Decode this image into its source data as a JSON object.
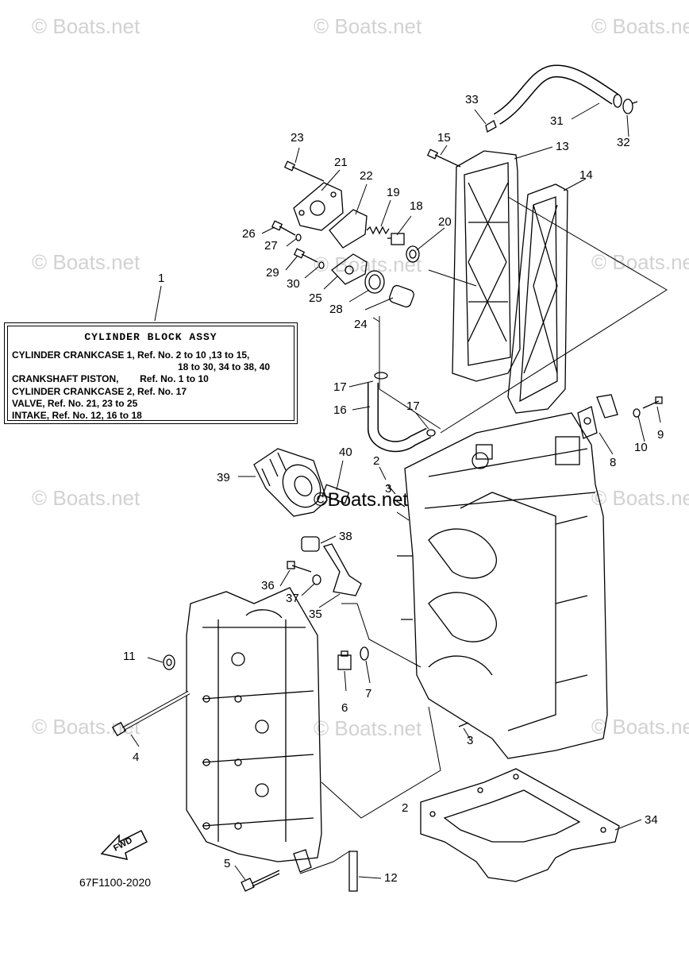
{
  "watermark": "© Boats.net",
  "center_watermark": "©Boats.net",
  "callouts": [
    "1",
    "2",
    "2",
    "3",
    "3",
    "4",
    "5",
    "6",
    "7",
    "8",
    "9",
    "10",
    "11",
    "12",
    "13",
    "14",
    "15",
    "16",
    "17",
    "17",
    "18",
    "19",
    "20",
    "21",
    "22",
    "23",
    "24",
    "25",
    "26",
    "27",
    "28",
    "29",
    "30",
    "31",
    "32",
    "33",
    "34",
    "35",
    "36",
    "37",
    "38",
    "39",
    "40"
  ],
  "assembly_box": {
    "title": "CYLINDER BLOCK ASSY",
    "lines": [
      "CYLINDER CRANKCASE 1, Ref. No. 2 to 10 ,13 to 15,",
      "18 to 30, 34 to 38, 40",
      "CRANKSHAFT PISTON,        Ref. No. 1 to 10",
      "CYLINDER CRANKCASE 2, Ref. No. 17",
      "VALVE,  Ref. No. 21, 23 to 25",
      "INTAKE, Ref. No. 12, 16 to 18"
    ]
  },
  "fwd_label": "FWD",
  "diagram_code": "67F1100-2020"
}
